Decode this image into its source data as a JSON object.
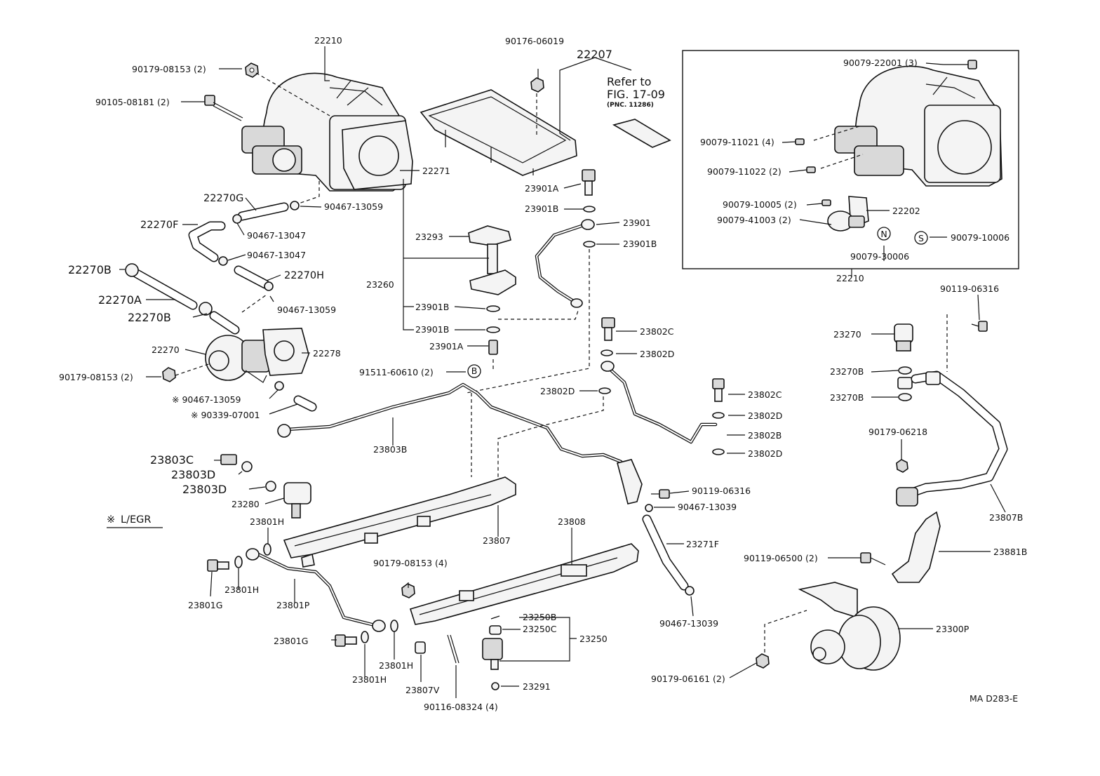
{
  "diagram_code": "MA D283-E",
  "note": {
    "mark": "※",
    "text": "L/EGR"
  },
  "reference": {
    "line1": "Refer to",
    "line2": "FIG. 17-09",
    "line3": "(PNC. 11286)"
  },
  "inset": {
    "title": "22210"
  },
  "callouts": {
    "c22210": "22210",
    "c90179_08153a": "90179-08153 (2)",
    "c90105_08181": "90105-08181 (2)",
    "c22271": "22271",
    "c90467_13059a": "90467-13059",
    "c22270G": "22270G",
    "c22270F": "22270F",
    "c90467_13047a": "90467-13047",
    "c90467_13047b": "90467-13047",
    "c22270H": "22270H",
    "c22270B_a": "22270B",
    "c22270A": "22270A",
    "c90467_13059b": "90467-13059",
    "c22270B_b": "22270B",
    "c22270": "22270",
    "c22278": "22278",
    "c90179_08153b": "90179-08153 (2)",
    "c90467_13059c": "※ 90467-13059",
    "c90339_07001": "※ 90339-07001",
    "c90176_06019": "90176-06019",
    "c22207": "22207",
    "c23901A_a": "23901A",
    "c23901B_a": "23901B",
    "c23901": "23901",
    "c23901B_b": "23901B",
    "c23293": "23293",
    "c23260": "23260",
    "c23901B_c": "23901B",
    "c23901B_d": "23901B",
    "c23901A_b": "23901A",
    "c91511_60610": "91511-60610 (2)",
    "c23802C_a": "23802C",
    "c23802D_a": "23802D",
    "c23802D_b": "23802D",
    "c23802C_b": "23802C",
    "c23802D_c": "23802D",
    "c23802B": "23802B",
    "c23802D_d": "23802D",
    "c23803B": "23803B",
    "c23803C": "23803C",
    "c23803D_a": "23803D",
    "c23803D_b": "23803D",
    "c23280": "23280",
    "c23801H_a": "23801H",
    "c23801G_a": "23801G",
    "c23801H_b": "23801H",
    "c23801P": "23801P",
    "c23807": "23807",
    "c23808": "23808",
    "c90179_08153c": "90179-08153 (4)",
    "c23801G_b": "23801G",
    "c23801H_c": "23801H",
    "c23801H_d": "23801H",
    "c23807V": "23807V",
    "c90116_08324": "90116-08324 (4)",
    "c23250B": "23250B",
    "c23250C": "23250C",
    "c23250": "23250",
    "c23291": "23291",
    "c90119_06316a": "90119-06316",
    "c90467_13039a": "90467-13039",
    "c23271F": "23271F",
    "c90467_13039b": "90467-13039",
    "c90079_22001": "90079-22001 (3)",
    "c90079_11021": "90079-11021 (4)",
    "c90079_11022": "90079-11022 (2)",
    "c90079_10005": "90079-10005 (2)",
    "c90079_41003": "90079-41003 (2)",
    "c22202": "22202",
    "c90079_30006": "90079-30006",
    "c90079_10006": "90079-10006",
    "c90119_06316b": "90119-06316",
    "c23270": "23270",
    "c23270B_a": "23270B",
    "c23270B_b": "23270B",
    "c90179_06218": "90179-06218",
    "c23807B": "23807B",
    "c23881B": "23881B",
    "c90119_06500": "90119-06500 (2)",
    "c23300P": "23300P",
    "c90179_06161": "90179-06161 (2)"
  },
  "markers": {
    "B": "B",
    "N": "N",
    "S": "S"
  }
}
